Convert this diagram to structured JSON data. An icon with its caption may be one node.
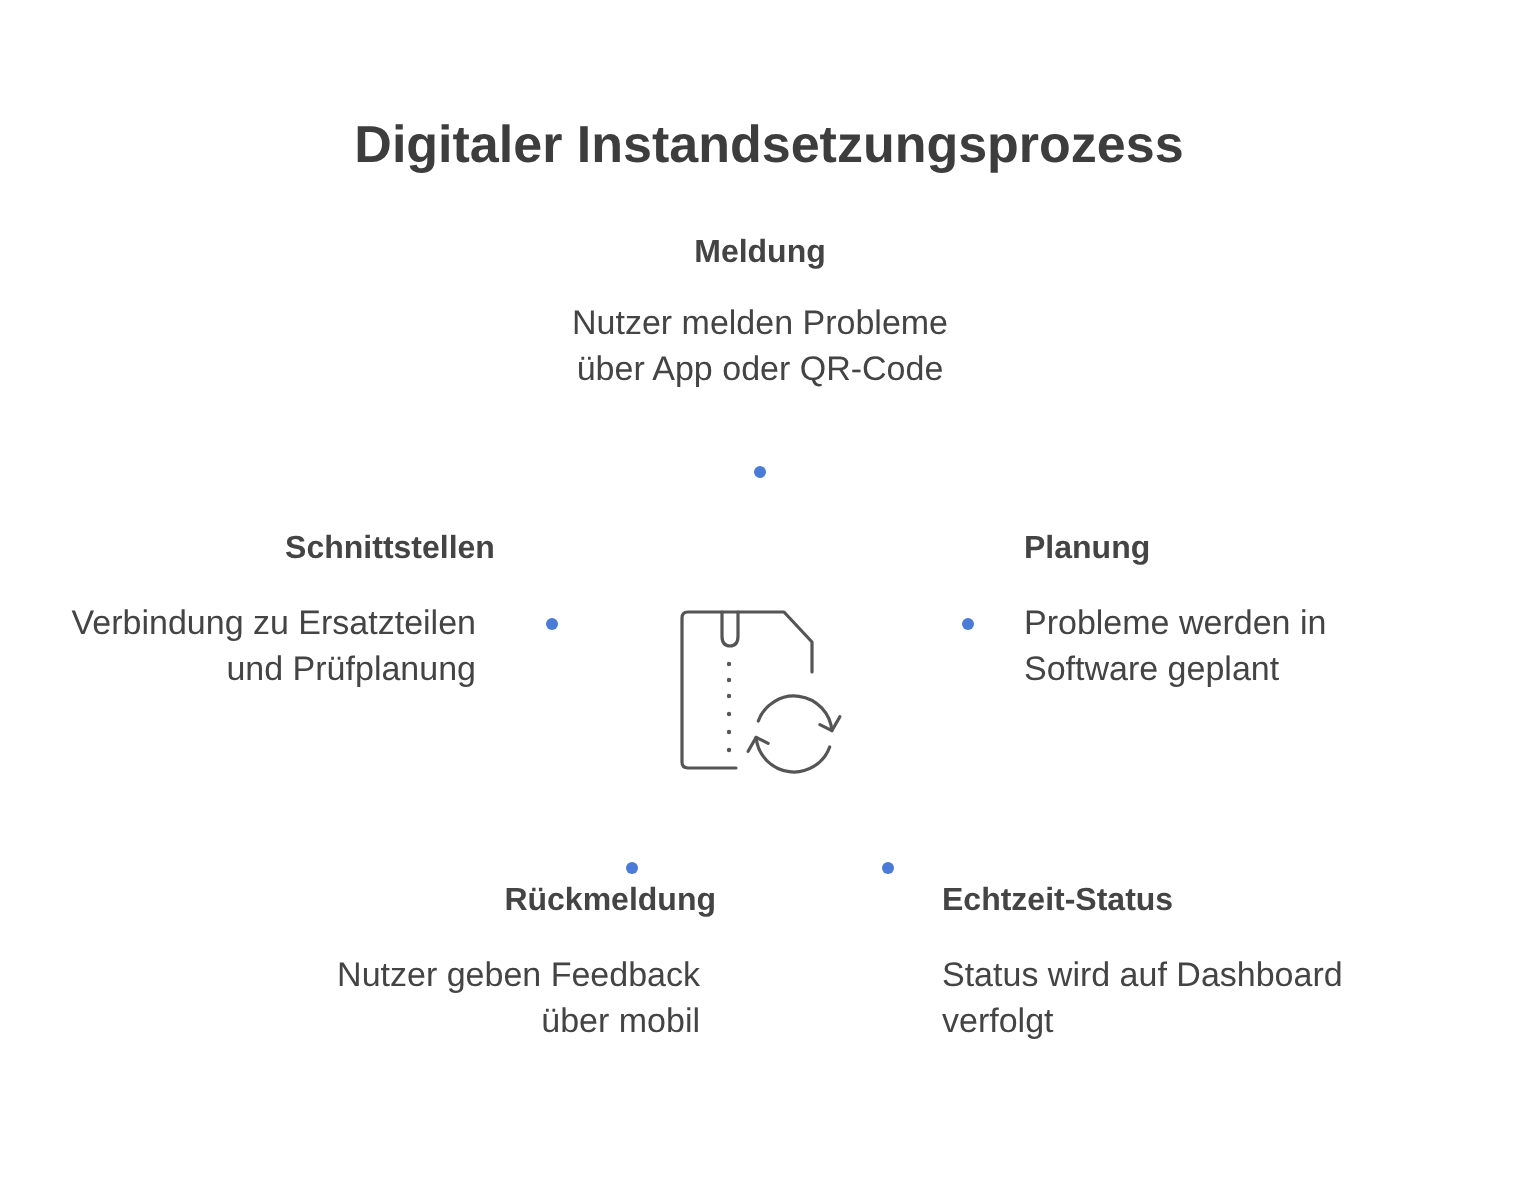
{
  "diagram": {
    "title": "Digitaler Instandsetzungsprozess",
    "nodes": [
      {
        "text": [
          "Meldung",
          "Nutzer melden Probleme über App oder QR-Code"
        ]
      },
      {
        "text": [
          "Schnittstellen",
          "Verbindung zu Ersatzteilen und Prüfplanung"
        ]
      },
      {
        "text": [
          "Planung",
          "Probleme werden in Software geplant"
        ]
      },
      {
        "text": [
          "Rückmeldung",
          "Nutzer geben Feedback über mobil"
        ]
      },
      {
        "text": [
          "Echtzeit-Status",
          "Status wird auf Dashboard verfolgt"
        ]
      }
    ]
  }
}
